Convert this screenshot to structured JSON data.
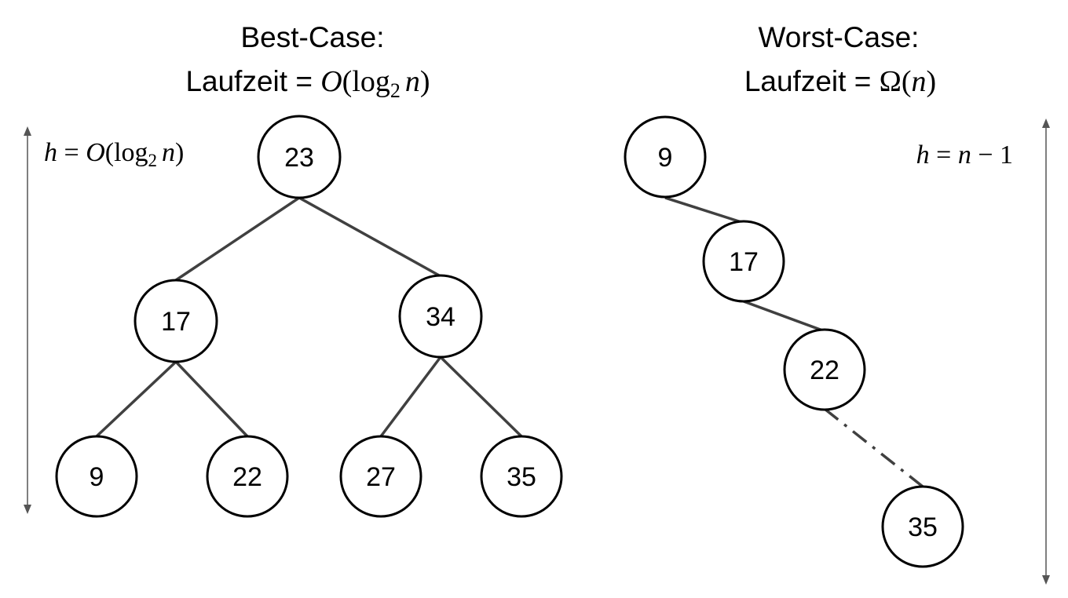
{
  "best_case": {
    "title": "Best-Case:",
    "runtime_label": "Laufzeit = ",
    "runtime_func": "O",
    "runtime_open": "(",
    "runtime_log": "log",
    "runtime_base": "2",
    "runtime_var": "n",
    "runtime_close": ")",
    "height_var": "h",
    "height_eq": " = ",
    "height_func": "O",
    "height_open": "(",
    "height_log": "log",
    "height_base": "2",
    "height_var_n": "n",
    "height_close": ")",
    "nodes": [
      "23",
      "17",
      "34",
      "9",
      "22",
      "27",
      "35"
    ]
  },
  "worst_case": {
    "title": "Worst-Case:",
    "runtime_label": "Laufzeit = ",
    "runtime_func": "Ω",
    "runtime_open": "(",
    "runtime_var": "n",
    "runtime_close": ")",
    "height_var": "h",
    "height_eq": " = ",
    "height_n": "n",
    "height_minus": " − ",
    "height_one": "1",
    "nodes": [
      "9",
      "17",
      "22",
      "35"
    ]
  }
}
